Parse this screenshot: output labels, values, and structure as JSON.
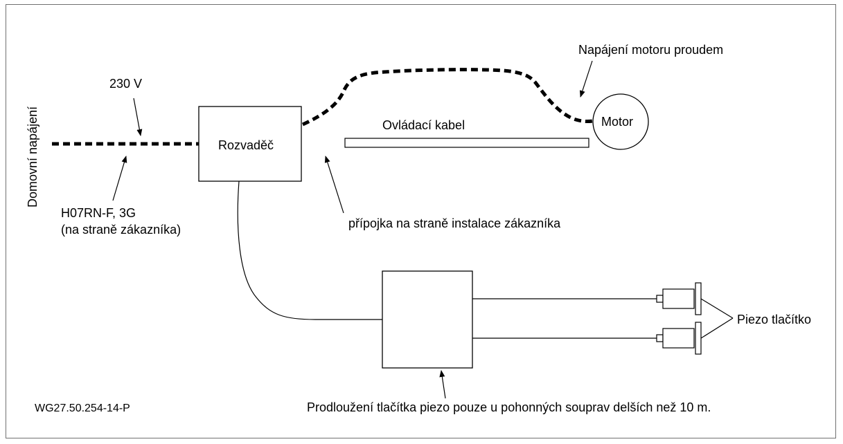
{
  "labels": {
    "house_supply": "Domovní napájení",
    "voltage": "230 V",
    "cable_type_line1": "H07RN-F, 3G",
    "cable_type_line2": "(na straně zákazníka)",
    "switchboard": "Rozvaděč",
    "motor_power": "Napájení motoru proudem",
    "control_cable": "Ovládací kabel",
    "motor": "Motor",
    "customer_connection": "přípojka na straně instalace zákazníka",
    "piezo_button": "Piezo tlačítko",
    "extension_note": "Prodloužení tlačítka piezo pouze u pohonných souprav delších než 10 m.",
    "drawing_id": "WG27.50.254-14-P"
  }
}
